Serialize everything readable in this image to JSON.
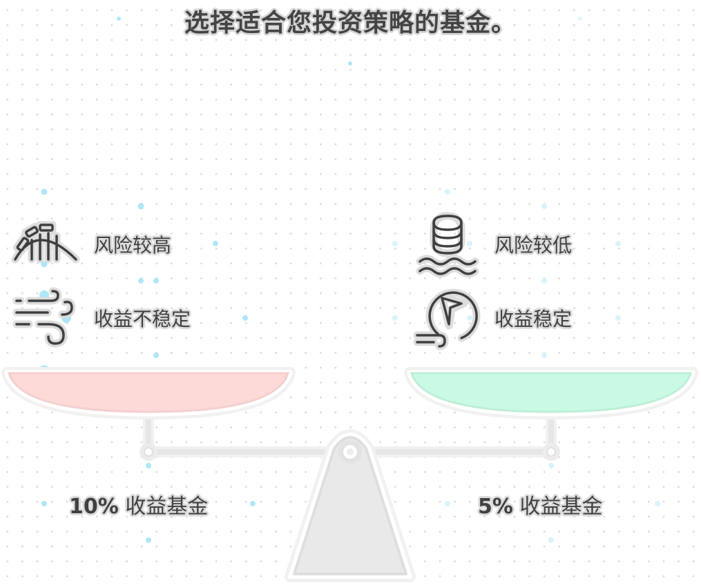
{
  "title": "选择适合您投资策略的基金。",
  "left": {
    "attributes": [
      {
        "icon": "roller-coaster-icon",
        "label": "风险较高"
      },
      {
        "icon": "wind-icon",
        "label": "收益不稳定"
      }
    ],
    "fund_pct": "10%",
    "fund_text": "收益基金",
    "pan_color": "#fdd9d7"
  },
  "right": {
    "attributes": [
      {
        "icon": "coins-on-water-icon",
        "label": "风险较低"
      },
      {
        "icon": "steady-compass-icon",
        "label": "收益稳定"
      }
    ],
    "fund_pct": "5%",
    "fund_text": "收益基金",
    "pan_color": "#c8fae4"
  },
  "colors": {
    "text": "#404040",
    "outline": "#dcdcdc",
    "scale_gray": "#e8e8e8",
    "accent_dot": "#9fe3f7"
  }
}
